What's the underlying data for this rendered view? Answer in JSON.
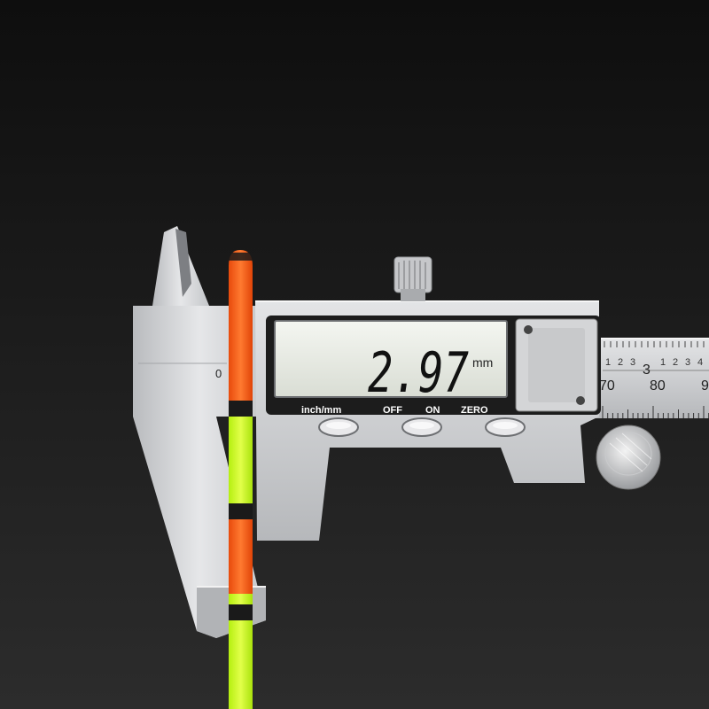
{
  "display": {
    "reading": "2.97",
    "unit": "mm"
  },
  "buttons": [
    {
      "label": "inch/mm"
    },
    {
      "label": "OFF"
    },
    {
      "label": "ON"
    },
    {
      "label": "ZERO"
    }
  ],
  "scale": {
    "main_numbers": [
      "70",
      "80",
      "9"
    ],
    "inch_numbers": [
      "1",
      "2",
      "3",
      "1",
      "2",
      "3",
      "4"
    ],
    "inch_big": "3",
    "jaw_mark": "0"
  },
  "colors": {
    "background_top": "#0d0d0d",
    "background_bottom": "#2b2b2b",
    "steel": "#d8d9db",
    "lcd": "#e9ece6",
    "float_orange": "#ff5a14",
    "float_yellow": "#ccff1a",
    "band": "#1a1a1a"
  }
}
